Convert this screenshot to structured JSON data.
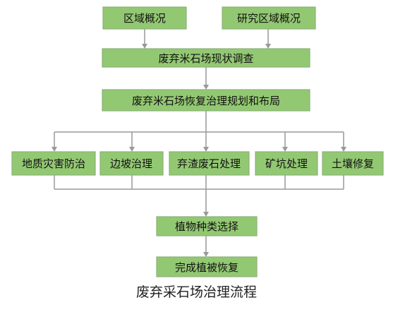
{
  "nodes": {
    "overview": "区域概况",
    "study_overview": "研究区域概况",
    "survey": "废弃米石场现状调查",
    "planning": "废弃米石场恢复治理规划和布局",
    "geohazard": "地质灾害防治",
    "slope": "边坡治理",
    "waste": "弃渣废石处理",
    "pit": "矿坑处理",
    "soil": "土壤修复",
    "plant_select": "植物种类选择",
    "vegetation": "完成植被恢复"
  },
  "caption": "废弃采石场治理流程",
  "colors": {
    "box_fill": "#93c873",
    "box_border": "#8cb079",
    "connector": "#999999"
  }
}
